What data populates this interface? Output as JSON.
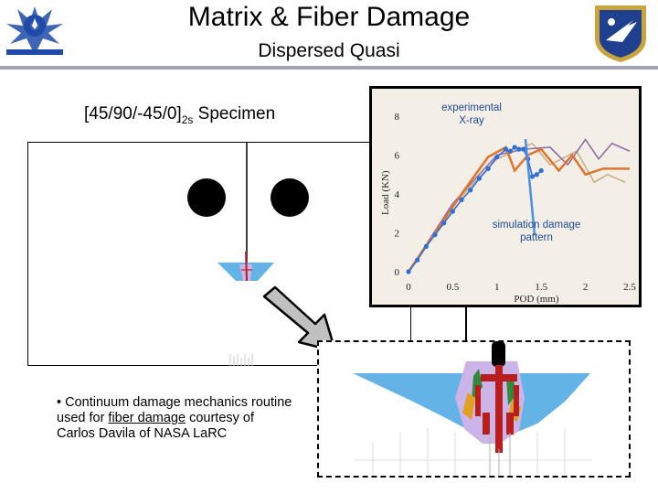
{
  "slide": {
    "title": "Matrix & Fiber Damage",
    "subtitle": "Dispersed Quasi",
    "specimen_label_main": "[45/90/-45/0]",
    "specimen_label_sub": "2s",
    "specimen_label_tail": "Specimen",
    "bullet_prefix": "• Continuum damage mechanics routine used for ",
    "bullet_underlined": "fiber damage",
    "bullet_suffix": " courtesy of Carlos Davila of NASA LaRC"
  },
  "graph": {
    "annotation_experimental": "experimental X-ray",
    "annotation_simulation": "simulation damage pattern",
    "ylabel": "Load (KN)",
    "xlabel": "POD (mm)",
    "y_ticks": [
      "0",
      "2",
      "4",
      "6",
      "8"
    ],
    "x_ticks": [
      "0",
      "0.5",
      "1",
      "1.5",
      "2",
      "2.5"
    ]
  },
  "chart_data": {
    "type": "line",
    "xlabel": "POD (mm)",
    "ylabel": "Load (KN)",
    "xlim": [
      0,
      2.5
    ],
    "ylim": [
      0,
      8
    ],
    "series": [
      {
        "x": [
          0,
          0.1,
          0.2,
          0.3,
          0.4,
          0.5,
          0.6,
          0.7,
          0.8,
          0.9,
          1.0,
          1.1,
          1.15,
          1.2,
          1.25,
          1.3,
          1.35,
          1.4,
          1.45,
          1.5
        ],
        "values": [
          0,
          0.6,
          1.3,
          1.9,
          2.5,
          3.1,
          3.7,
          4.2,
          4.8,
          5.3,
          5.9,
          6.3,
          6.2,
          6.4,
          6.3,
          6.3,
          5.8,
          4.9,
          5.0,
          5.2
        ],
        "color": "#2f6fd6"
      },
      {
        "x": [
          0,
          0.3,
          0.6,
          0.9,
          1.1,
          1.2,
          1.35,
          1.5,
          1.7,
          1.85,
          2.0,
          2.2,
          2.5
        ],
        "values": [
          0,
          2.0,
          4.0,
          5.9,
          6.4,
          5.2,
          6.0,
          6.3,
          5.2,
          6.0,
          5.0,
          5.3,
          5.3
        ],
        "color": "#e0742c"
      },
      {
        "x": [
          0,
          0.5,
          1.0,
          1.3,
          1.6,
          1.8,
          2.0,
          2.15,
          2.3,
          2.5
        ],
        "values": [
          0,
          3.5,
          6.0,
          6.3,
          6.4,
          5.5,
          6.8,
          5.8,
          6.6,
          6.2
        ],
        "color": "#9070a8"
      },
      {
        "x": [
          0,
          0.5,
          1.0,
          1.4,
          1.6,
          1.9,
          2.1,
          2.25,
          2.45
        ],
        "values": [
          0,
          3.4,
          5.8,
          6.6,
          5.5,
          6.2,
          4.6,
          5.0,
          4.6
        ],
        "color": "#c9b08a"
      }
    ]
  },
  "colors": {
    "rule": "#9fa3b4",
    "graph_bg": "#f3eee6",
    "simulation_points": "#2f6fd6",
    "experimental_line": "#e0742c",
    "damage_blue": "#63b3e6",
    "damage_lilac": "#cdb4e8",
    "fiber_damage": "#b81e1e",
    "arrow_fill": "#c0c0c0"
  },
  "icons": {
    "left_logo": "air-force-wings-logo",
    "right_logo": "afrl-shield-emblem"
  }
}
